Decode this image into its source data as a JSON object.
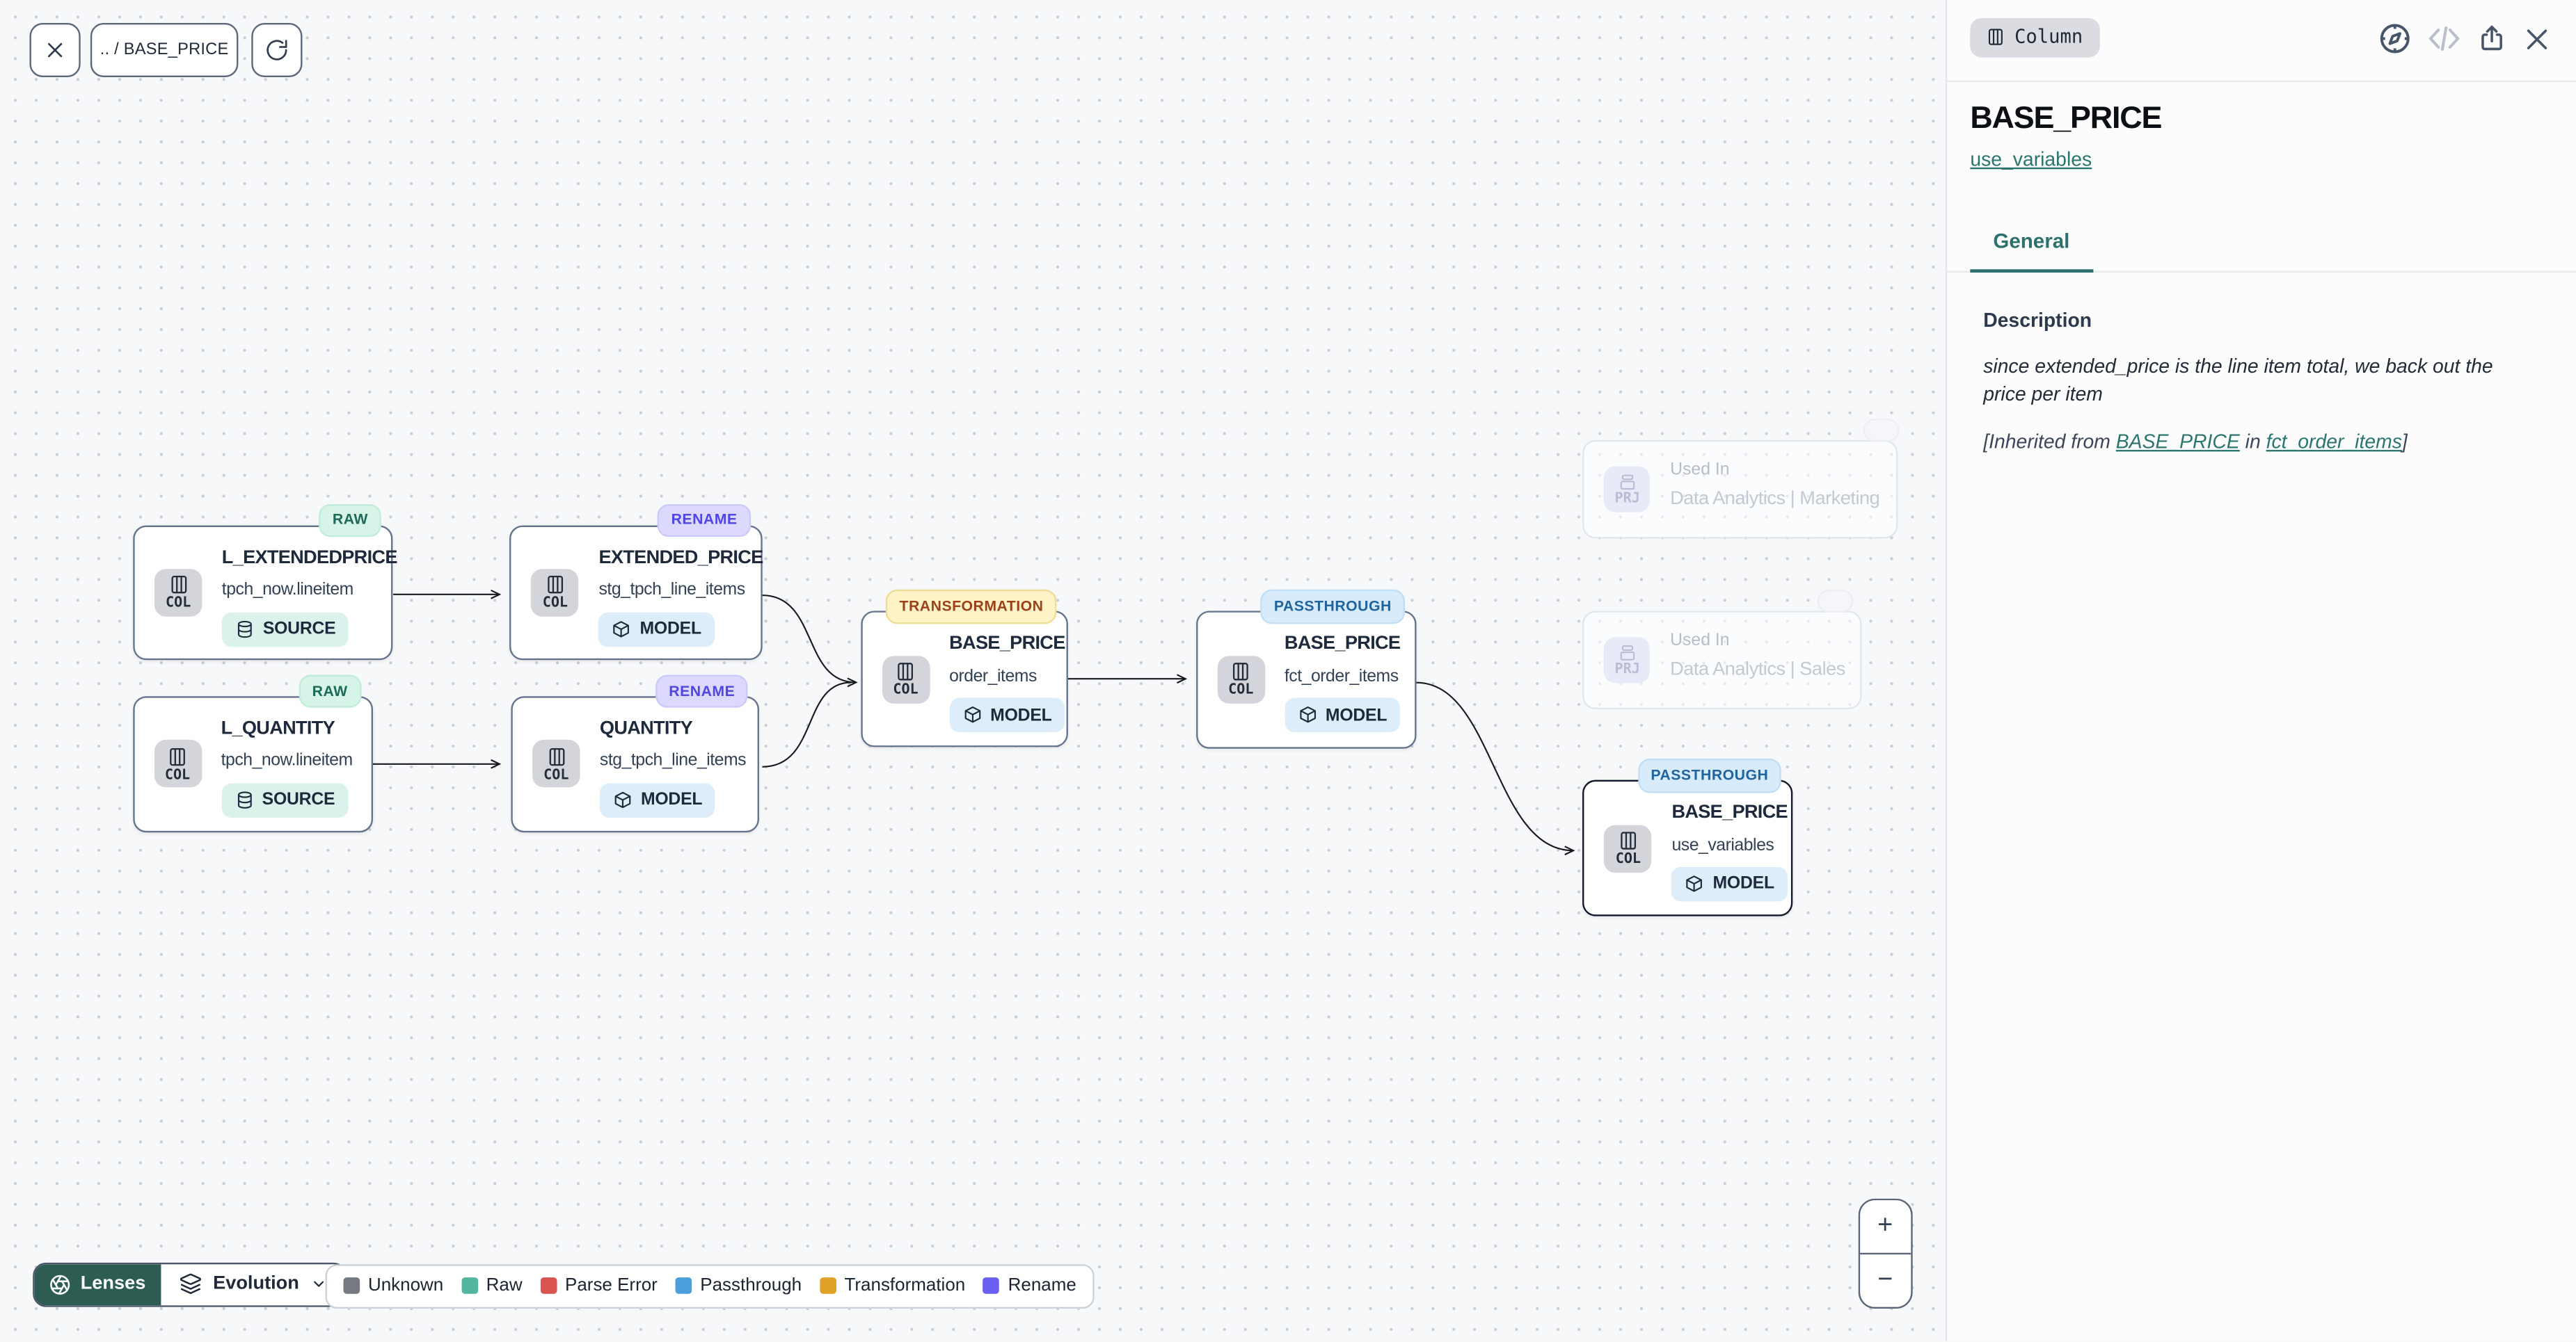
{
  "toolbar": {
    "breadcrumb": ".. / BASE_PRICE"
  },
  "canvas": {
    "nodes": [
      {
        "lens": "RAW",
        "chip": "COL",
        "title": "L_EXTENDEDPRICE",
        "subtitle": "tpch_now.lineitem",
        "kind": "SOURCE"
      },
      {
        "lens": "RENAME",
        "chip": "COL",
        "title": "EXTENDED_PRICE",
        "subtitle": "stg_tpch_line_items",
        "kind": "MODEL"
      },
      {
        "lens": "RAW",
        "chip": "COL",
        "title": "L_QUANTITY",
        "subtitle": "tpch_now.lineitem",
        "kind": "SOURCE"
      },
      {
        "lens": "RENAME",
        "chip": "COL",
        "title": "QUANTITY",
        "subtitle": "stg_tpch_line_items",
        "kind": "MODEL"
      },
      {
        "lens": "TRANSFORMATION",
        "chip": "COL",
        "title": "BASE_PRICE",
        "subtitle": "order_items",
        "kind": "MODEL"
      },
      {
        "lens": "PASSTHROUGH",
        "chip": "COL",
        "title": "BASE_PRICE",
        "subtitle": "fct_order_items",
        "kind": "MODEL"
      },
      {
        "lens": "PASSTHROUGH",
        "chip": "COL",
        "title": "BASE_PRICE",
        "subtitle": "use_variables",
        "kind": "MODEL",
        "selected": true
      }
    ],
    "ghosts": [
      {
        "chip": "PRJ",
        "label": "Used In",
        "name": "Data Analytics | Marketing"
      },
      {
        "chip": "PRJ",
        "label": "Used In",
        "name": "Data Analytics | Sales"
      }
    ]
  },
  "footer": {
    "lenses_label": "Lenses",
    "lens_selected": "Evolution",
    "legend": [
      {
        "label": "Unknown",
        "color": "#757a80"
      },
      {
        "label": "Raw",
        "color": "#52b79e"
      },
      {
        "label": "Parse Error",
        "color": "#d9534f"
      },
      {
        "label": "Passthrough",
        "color": "#4a9fdc"
      },
      {
        "label": "Transformation",
        "color": "#dfa127"
      },
      {
        "label": "Rename",
        "color": "#6a5ff0"
      }
    ]
  },
  "zoom_controls": {
    "zoom_in": "+",
    "zoom_out": "−"
  },
  "panel": {
    "type_chip": "Column",
    "title": "BASE_PRICE",
    "model_link": "use_variables",
    "tabs": [
      {
        "label": "General",
        "active": true
      }
    ],
    "section_heading": "Description",
    "description": "since extended_price is the line item total, we back out the price per item",
    "inherited_prefix": "[Inherited from ",
    "inherited_link1": "BASE_PRICE",
    "inherited_middle": " in ",
    "inherited_link2": "fct_order_items",
    "inherited_suffix": "]",
    "accent_color": "#2c716d"
  }
}
